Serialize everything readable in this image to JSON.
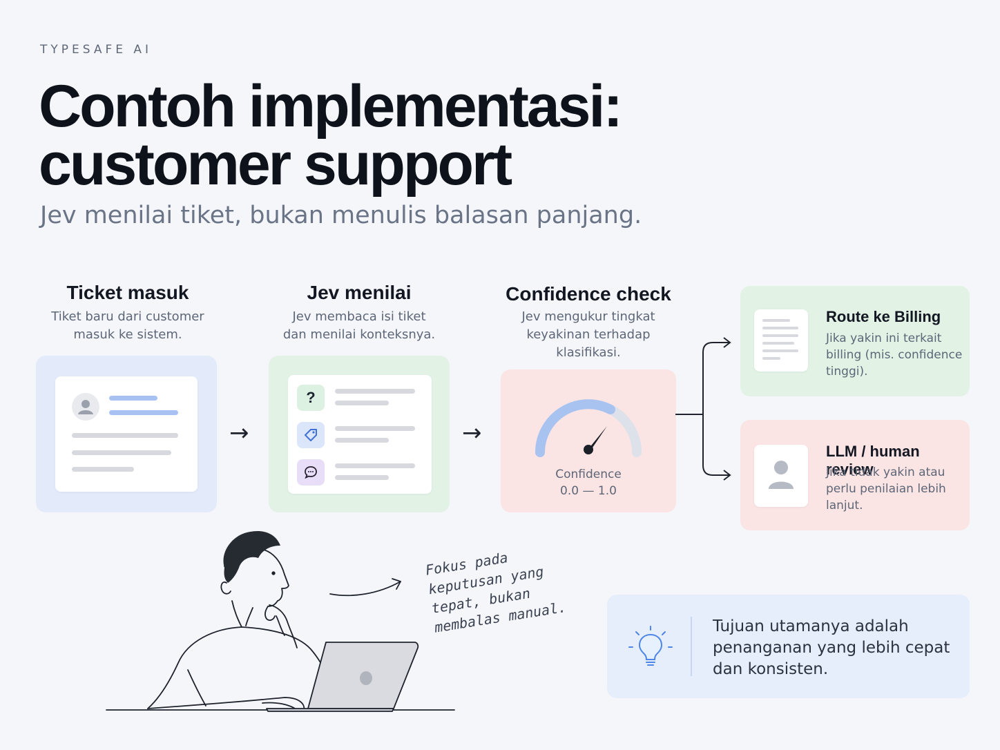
{
  "header": {
    "brand": "TYPESAFE AI",
    "title_line1": "Contoh implementasi:",
    "title_line2": "customer support",
    "subtitle": "Jev menilai tiket, bukan menulis balasan panjang."
  },
  "steps": [
    {
      "title": "Ticket masuk",
      "desc_line1": "Tiket baru dari customer",
      "desc_line2": "masuk ke sistem."
    },
    {
      "title": "Jev menilai",
      "desc_line1": "Jev membaca isi tiket",
      "desc_line2": "dan menilai konteksnya."
    },
    {
      "title": "Confidence check",
      "desc_line1": "Jev mengukur tingkat",
      "desc_line2": "keyakinan terhadap",
      "desc_line3": "klasifikasi."
    }
  ],
  "gauge": {
    "label": "Confidence",
    "range": "0.0 — 1.0"
  },
  "outcomes": [
    {
      "title": "Route ke Billing",
      "desc_line1": "Jika yakin ini terkait",
      "desc_line2": "billing (mis. confidence",
      "desc_line3": "tinggi).",
      "icon": "document-icon"
    },
    {
      "title": "LLM / human review",
      "desc_line1": "Jika tidak yakin atau",
      "desc_line2": "perlu penilaian lebih",
      "desc_line3": "lanjut.",
      "icon": "person-icon"
    }
  ],
  "note": {
    "line1": "Fokus pada",
    "line2": "keputusan yang",
    "line3": "tepat, bukan",
    "line4": "membalas manual."
  },
  "goal": {
    "line1": "Tujuan utamanya adalah",
    "line2": "penanganan yang lebih cepat",
    "line3": "dan konsisten.",
    "icon": "lightbulb-icon"
  },
  "colors": {
    "blue_card": "#e3ebfb",
    "green_card": "#e2f3e6",
    "pink_card": "#fbe4e4",
    "accent_blue": "#a7c2f2"
  }
}
